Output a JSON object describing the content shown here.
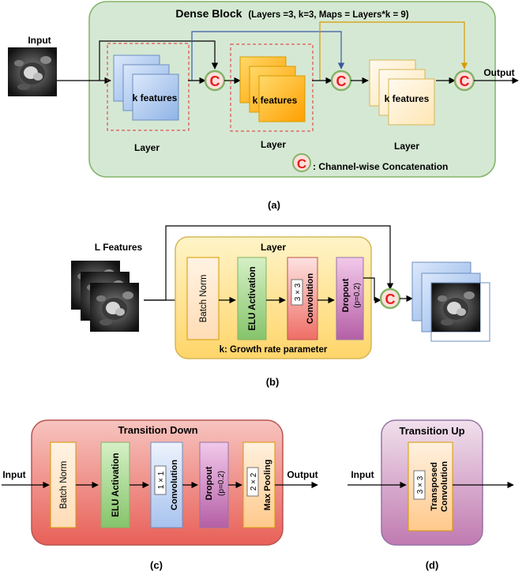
{
  "panel_a": {
    "title_main": "Dense Block",
    "title_params": "(Layers =3, k=3, Maps = Layers*k = 9)",
    "input_label": "Input",
    "output_label": "Output",
    "features_label": "k features",
    "layer_label": "Layer",
    "concat_symbol": "C",
    "legend_text": ": Channel-wise Concatenation",
    "caption": "(a)"
  },
  "panel_b": {
    "features_label": "L Features",
    "box_title": "Layer",
    "ops": [
      "Batch Norm",
      "ELU Activation",
      "Convolution",
      "Dropout"
    ],
    "kernel": "3 × 3",
    "dropout_param": "(p=0.2)",
    "growth_text": "k: Growth rate parameter",
    "concat_symbol": "C",
    "caption": "(b)"
  },
  "panel_c": {
    "title": "Transition Down",
    "input_label": "Input",
    "output_label": "Output",
    "ops": [
      "Batch Norm",
      "ELU Activation",
      "Convolution",
      "Dropout",
      "Max Pooling"
    ],
    "conv_kernel": "1 × 1",
    "dropout_param": "(p=0.2)",
    "pool_kernel": "2 × 2",
    "caption": "(c)"
  },
  "panel_d": {
    "title": "Transition Up",
    "input_label": "Input",
    "op": "Transposed Convolution",
    "op_line1": "Transposed",
    "op_line2": "Convolution",
    "kernel": "3 × 3",
    "caption": "(d)"
  },
  "colors": {
    "dense_block_bg": "#d5e8d4",
    "layer_b_bg": "#fff2cc",
    "layer_b_border": "#d6b656",
    "transition_down_bg": "#f8cecc",
    "transition_up_bg": "#e6d0de",
    "concat_red": "#e41e1e",
    "concat_ring": "#82b366",
    "blue_features": "#a9c4eb",
    "orange_features": "#ffb000",
    "cream_features": "#fff2cc",
    "batch_norm": "#ffe6cc",
    "elu": "#b9e0a5",
    "conv_red": "#f8cecc",
    "conv_blue": "#dae8fc",
    "dropout": "#e1a5d6",
    "pooling": "#ffe6cc"
  }
}
